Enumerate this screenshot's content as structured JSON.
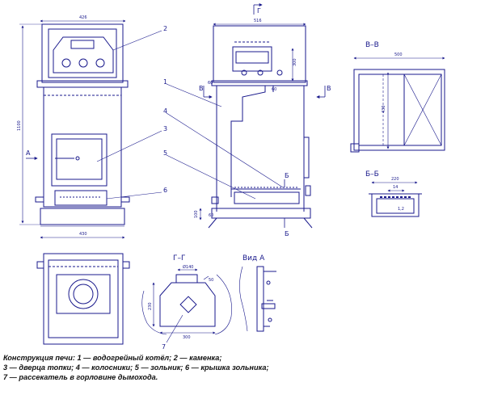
{
  "drawing": {
    "front_view": {
      "width_top": "426",
      "width_bottom": "430",
      "height": "1100",
      "section_mark": "A",
      "callouts": [
        "2",
        "3",
        "6"
      ]
    },
    "side_view": {
      "section_mark_top": "Г",
      "width_top": "516",
      "height_top": "300",
      "section_mark_mid": "B",
      "section_mark_mid_right": "B",
      "dim_small": "60",
      "dim_small2": "60",
      "dim_bottom": "100",
      "dim_bottom2": "60",
      "section_mark_low": "Б",
      "section_mark_low_bottom": "Б",
      "callouts": [
        "1",
        "4",
        "5"
      ]
    },
    "section_bb_top": {
      "title": "B–B",
      "width": "500",
      "height": "430"
    },
    "section_bb": {
      "title": "Б–Б",
      "width": "220",
      "dim_inner": "14",
      "dim_side": "1,2"
    },
    "section_gg": {
      "title": "Г–Г",
      "dia": "Ø140",
      "dim_top": "50",
      "height": "230",
      "width": "300",
      "callout": "7"
    },
    "view_a": {
      "title": "Вид А"
    }
  },
  "caption": {
    "line1": "Конструкция печи: 1 — водогрейный котёл; 2 — каменка;",
    "line2": "3 — дверца топки; 4 — колосники; 5 — зольник; 6 — крышка зольника;",
    "line3": "7 — рассекатель в горловине дымохода."
  }
}
